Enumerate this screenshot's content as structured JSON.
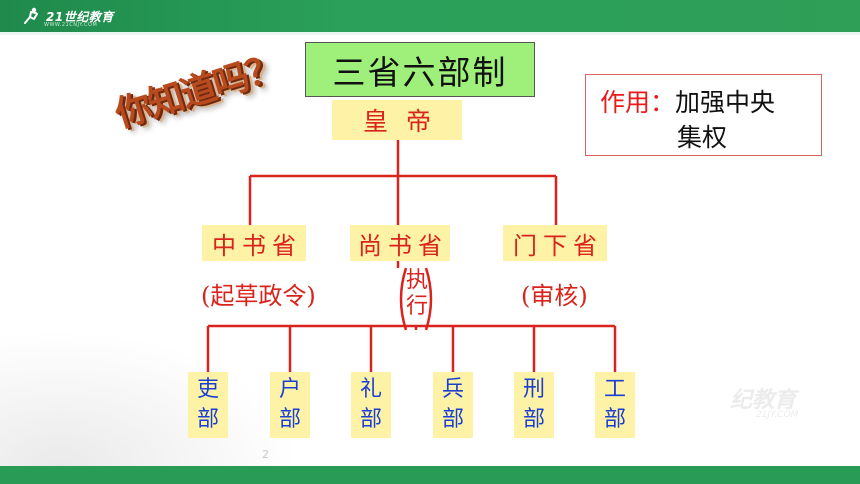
{
  "header": {
    "logo_text": "21世纪教育",
    "logo_sub": "WWW.21CNJY.COM",
    "brand_color": "#2a9a57"
  },
  "title": "三省六部制",
  "wordart": "你知道吗？",
  "effect": {
    "label": "作用",
    "colon": "：",
    "text_line1": "加强中央",
    "text_line2": "集权"
  },
  "diagram": {
    "emperor": "皇帝",
    "departments": [
      {
        "name": "中书省",
        "role": "(起草政令)"
      },
      {
        "name": "尚书省",
        "role": "执行"
      },
      {
        "name": "门下省",
        "role": "(审核)"
      }
    ],
    "ministries": [
      {
        "top": "吏",
        "bottom": "部"
      },
      {
        "top": "户",
        "bottom": "部"
      },
      {
        "top": "礼",
        "bottom": "部"
      },
      {
        "top": "兵",
        "bottom": "部"
      },
      {
        "top": "刑",
        "bottom": "部"
      },
      {
        "top": "工",
        "bottom": "部"
      }
    ],
    "line_color": "#d9231c",
    "node_fill": "#fdf2a6",
    "ministry_text_color": "#1a3fd1"
  },
  "watermark": {
    "main": "纪教育",
    "sub": "21JY.COM"
  },
  "page_number": "2"
}
